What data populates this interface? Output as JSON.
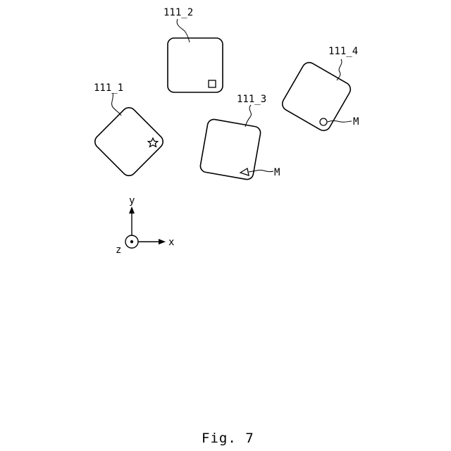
{
  "figure": {
    "caption": "Fig. 7",
    "tiles": {
      "t1": {
        "label": "111_1",
        "marker": "star-marker"
      },
      "t2": {
        "label": "111_2",
        "marker": "square-marker"
      },
      "t3": {
        "label": "111_3",
        "marker": "triangle-marker",
        "marker_label": "M"
      },
      "t4": {
        "label": "111_4",
        "marker": "circle-marker",
        "marker_label": "M"
      }
    },
    "axes": {
      "x": "x",
      "y": "y",
      "z": "z"
    }
  }
}
